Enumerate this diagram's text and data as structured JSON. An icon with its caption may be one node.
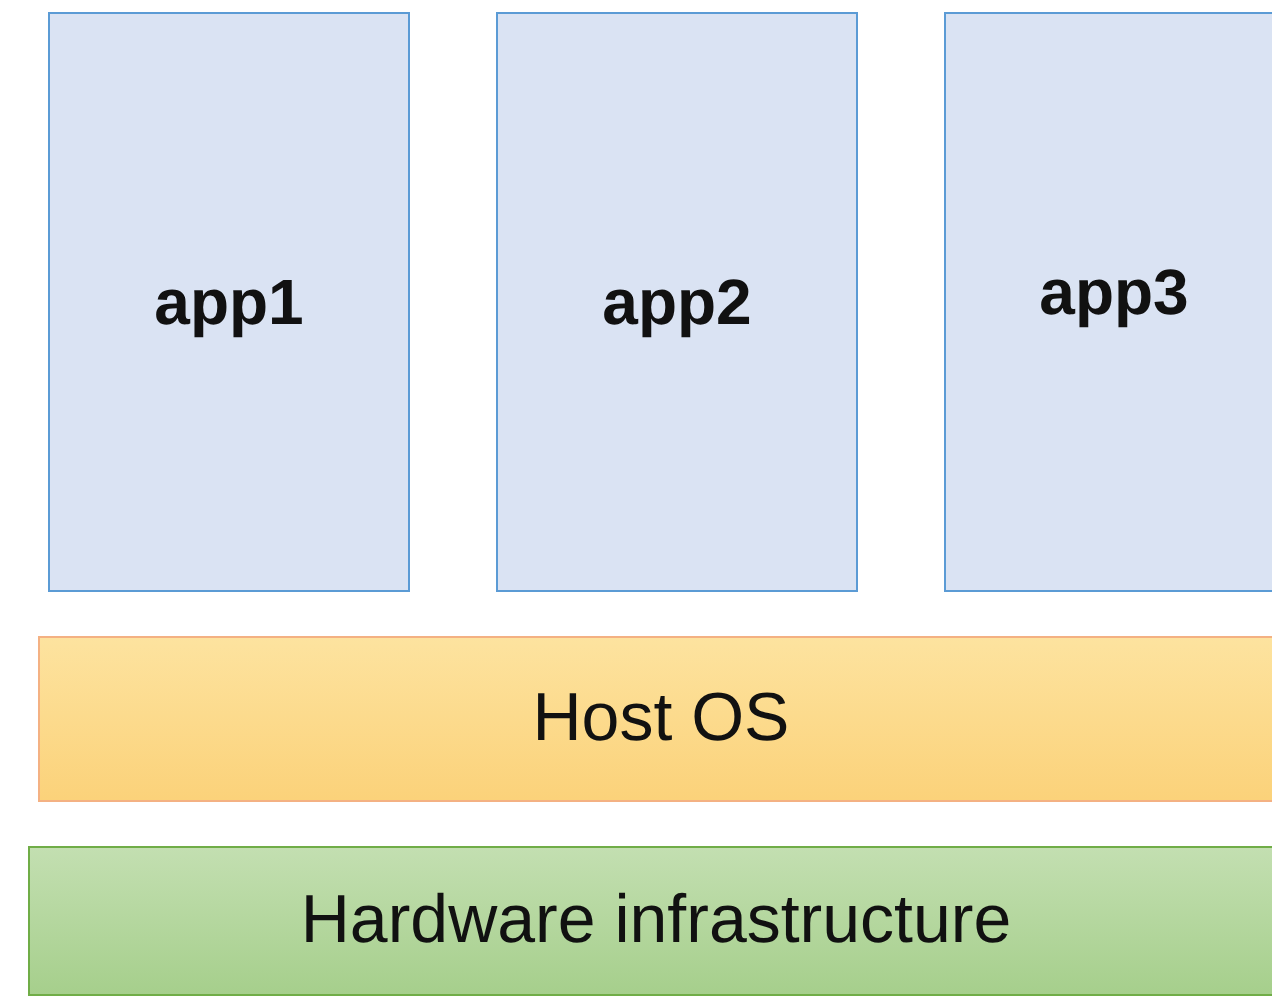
{
  "diagram": {
    "nodes": [
      {
        "text": [
          "app1"
        ]
      },
      {
        "text": [
          "app2"
        ]
      },
      {
        "text": [
          "app3"
        ]
      },
      {
        "text": [
          "Host OS"
        ]
      },
      {
        "text": [
          "Hardware infrastructure"
        ]
      }
    ]
  }
}
